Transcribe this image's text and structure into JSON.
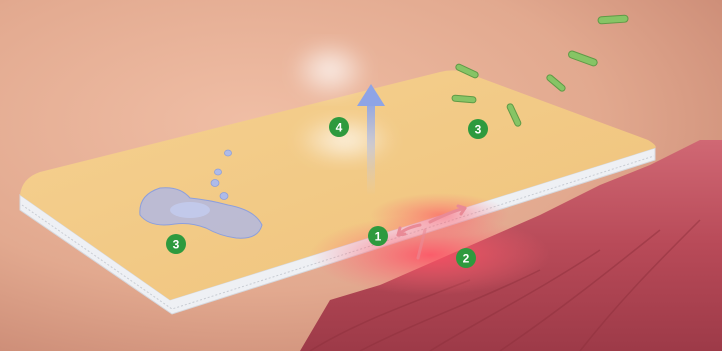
{
  "markers": [
    {
      "id": "marker-1",
      "label": "1"
    },
    {
      "id": "marker-2",
      "label": "2"
    },
    {
      "id": "marker-3-droplet",
      "label": "3"
    },
    {
      "id": "marker-3-bacteria",
      "label": "3"
    },
    {
      "id": "marker-4",
      "label": "4"
    }
  ],
  "colors": {
    "skin": "#e2a98f",
    "dressing_top": "#f3cd87",
    "dressing_edge": "#f2f4f7",
    "wound": "#c8515c",
    "exudate_glow": "#ff6b78",
    "marker_fill": "#2e9a3e",
    "bacteria": "#7fbf5c",
    "droplet": "#a9b6ec",
    "vapor_arrow": "#9fb2e8"
  }
}
